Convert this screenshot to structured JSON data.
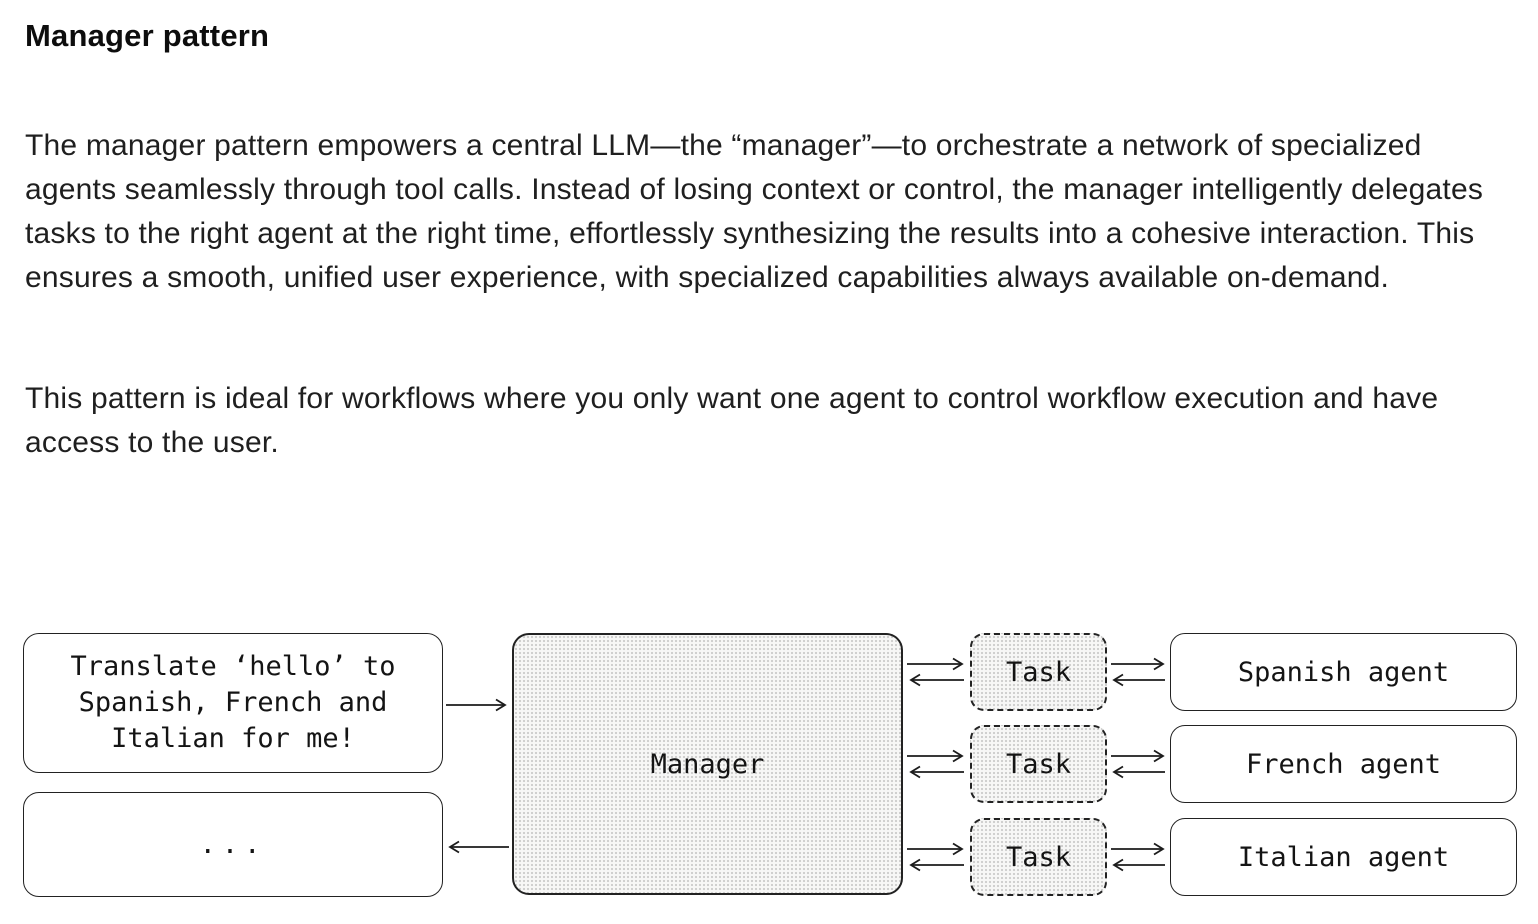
{
  "article": {
    "heading": "Manager pattern",
    "paragraph1": "The manager pattern empowers a central LLM—the “manager”—to orchestrate a network of specialized agents seamlessly through tool calls. Instead of losing context or control, the manager intelligently delegates tasks to the right agent at the right time, effortlessly synthesizing the results into a cohesive interaction. This ensures a smooth, unified user experience, with specialized capabilities always available on-demand.",
    "paragraph2": "This pattern is ideal for workflows where you only want one agent to control workflow execution and have access to the user."
  },
  "diagram": {
    "user_message": "Translate ‘hello’ to Spanish, French and Italian for me!",
    "ellipsis": "...",
    "manager_label": "Manager",
    "tasks": [
      {
        "label": "Task"
      },
      {
        "label": "Task"
      },
      {
        "label": "Task"
      }
    ],
    "agents": [
      {
        "label": "Spanish agent"
      },
      {
        "label": "French agent"
      },
      {
        "label": "Italian agent"
      }
    ],
    "colors": {
      "ink": "#1c1c1c",
      "stipple_background": "#f7f7f6"
    }
  }
}
